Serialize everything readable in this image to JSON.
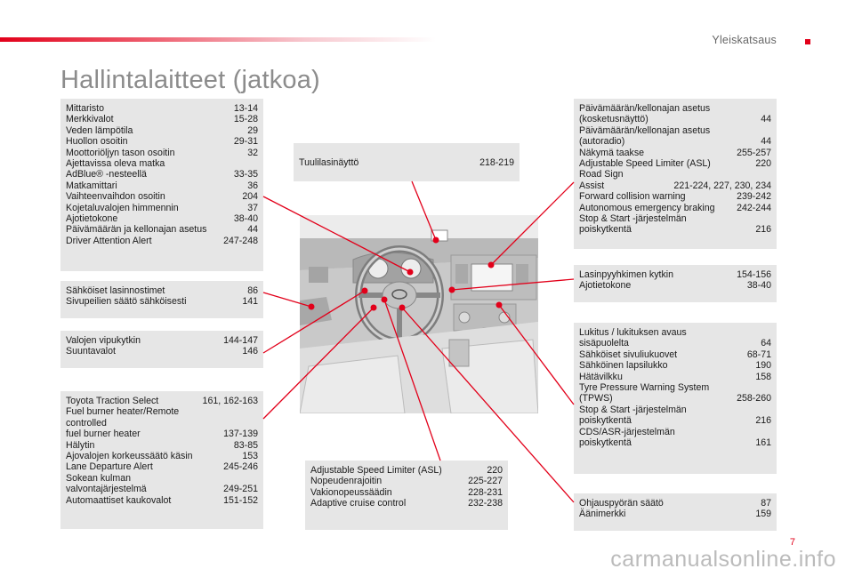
{
  "header": {
    "section": "Yleiskatsaus",
    "title": "Hallintalaitteet (jatkoa)"
  },
  "boxes": {
    "instruments": [
      {
        "label": "Mittaristo",
        "page": "13-14"
      },
      {
        "label": "Merkkivalot",
        "page": "15-28"
      },
      {
        "label": "Veden lämpötila",
        "page": "29"
      },
      {
        "label": "Huollon osoitin",
        "page": "29-31"
      },
      {
        "label": "Moottoriöljyn tason osoitin",
        "page": "32"
      },
      {
        "label": "Ajettavissa oleva matka\n   AdBlue® -nesteellä",
        "page": "33-35"
      },
      {
        "label": "Matkamittari",
        "page": "36"
      },
      {
        "label": "Vaihteenvaihdon osoitin",
        "page": "204"
      },
      {
        "label": "Kojetaluvalojen himmennin",
        "page": "37"
      },
      {
        "label": "Ajotietokone",
        "page": "38-40"
      },
      {
        "label": "Päivämäärän ja kellonajan asetus",
        "page": "44"
      },
      {
        "label": "Driver Attention Alert",
        "page": "247-248"
      }
    ],
    "windows": [
      {
        "label": "Sähköiset lasinnostimet",
        "page": "86"
      },
      {
        "label": "Sivupeilien säätö sähköisesti",
        "page": "141"
      }
    ],
    "lights": [
      {
        "label": "Valojen vipukytkin",
        "page": "144-147"
      },
      {
        "label": "Suuntavalot",
        "page": "146"
      }
    ],
    "left_lower": [
      {
        "label": "Toyota Traction Select",
        "page": "161, 162-163"
      },
      {
        "label": "Fuel burner heater/Remote controlled\n   fuel burner heater",
        "page": "137-139"
      },
      {
        "label": "Hälytin",
        "page": "83-85"
      },
      {
        "label": "Ajovalojen korkeussäätö käsin",
        "page": "153"
      },
      {
        "label": "Lane Departure Alert",
        "page": "245-246"
      },
      {
        "label": "Sokean kulman\n   valvontajärjestelmä",
        "page": "249-251"
      },
      {
        "label": "Automaattiset kaukovalot",
        "page": "151-152"
      }
    ],
    "hud": [
      {
        "label": "Tuulilasinäyttö",
        "page": "218-219"
      }
    ],
    "speed": [
      {
        "label": "Adjustable Speed Limiter (ASL)",
        "page": "220"
      },
      {
        "label": "Nopeudenrajoitin",
        "page": "225-227"
      },
      {
        "label": "Vakionopeussäädin",
        "page": "228-231"
      },
      {
        "label": "Adaptive cruise control",
        "page": "232-238"
      }
    ],
    "right_top": [
      {
        "label": "Päivämäärän/kellonajan asetus\n   (kosketusnäyttö)",
        "page": "44"
      },
      {
        "label": "Päivämäärän/kellonajan asetus\n   (autoradio)",
        "page": "44"
      },
      {
        "label": "Näkymä taakse",
        "page": "255-257"
      },
      {
        "label": "Adjustable Speed Limiter (ASL)",
        "page": "220"
      },
      {
        "label": "Road Sign\n   Assist",
        "page": "221-224, 227, 230, 234"
      },
      {
        "label": "Forward collision warning",
        "page": "239-242"
      },
      {
        "label": "Autonomous emergency braking",
        "page": "242-244"
      },
      {
        "label": "Stop & Start -järjestelmän\n   poiskytkentä",
        "page": "216"
      }
    ],
    "wipers": [
      {
        "label": "Lasinpyyhkimen kytkin",
        "page": "154-156"
      },
      {
        "label": "Ajotietokone",
        "page": "38-40"
      }
    ],
    "locking": [
      {
        "label": "Lukitus / lukituksen avaus\n   sisäpuolelta",
        "page": "64"
      },
      {
        "label": "Sähköiset sivuliukuovet",
        "page": "68-71"
      },
      {
        "label": "Sähköinen lapsilukko",
        "page": "190"
      },
      {
        "label": "Hätävilkku",
        "page": "158"
      },
      {
        "label": "Tyre Pressure Warning System\n   (TPWS)",
        "page": "258-260"
      },
      {
        "label": "Stop & Start -järjestelmän\n   poiskytkentä",
        "page": "216"
      },
      {
        "label": "CDS/ASR-järjestelmän\n   poiskytkentä",
        "page": "161"
      }
    ],
    "steering": [
      {
        "label": "Ohjauspyörän säätö",
        "page": "87"
      },
      {
        "label": "Äänimerkki",
        "page": "159"
      }
    ]
  },
  "footer": {
    "page_number": "7",
    "watermark": "carmanualsonline.info"
  },
  "colors": {
    "accent": "#e2001a",
    "box_bg": "#e6e6e6",
    "title": "#8c8c8c"
  },
  "icons": {
    "illustration": "car-dashboard-illustration"
  }
}
